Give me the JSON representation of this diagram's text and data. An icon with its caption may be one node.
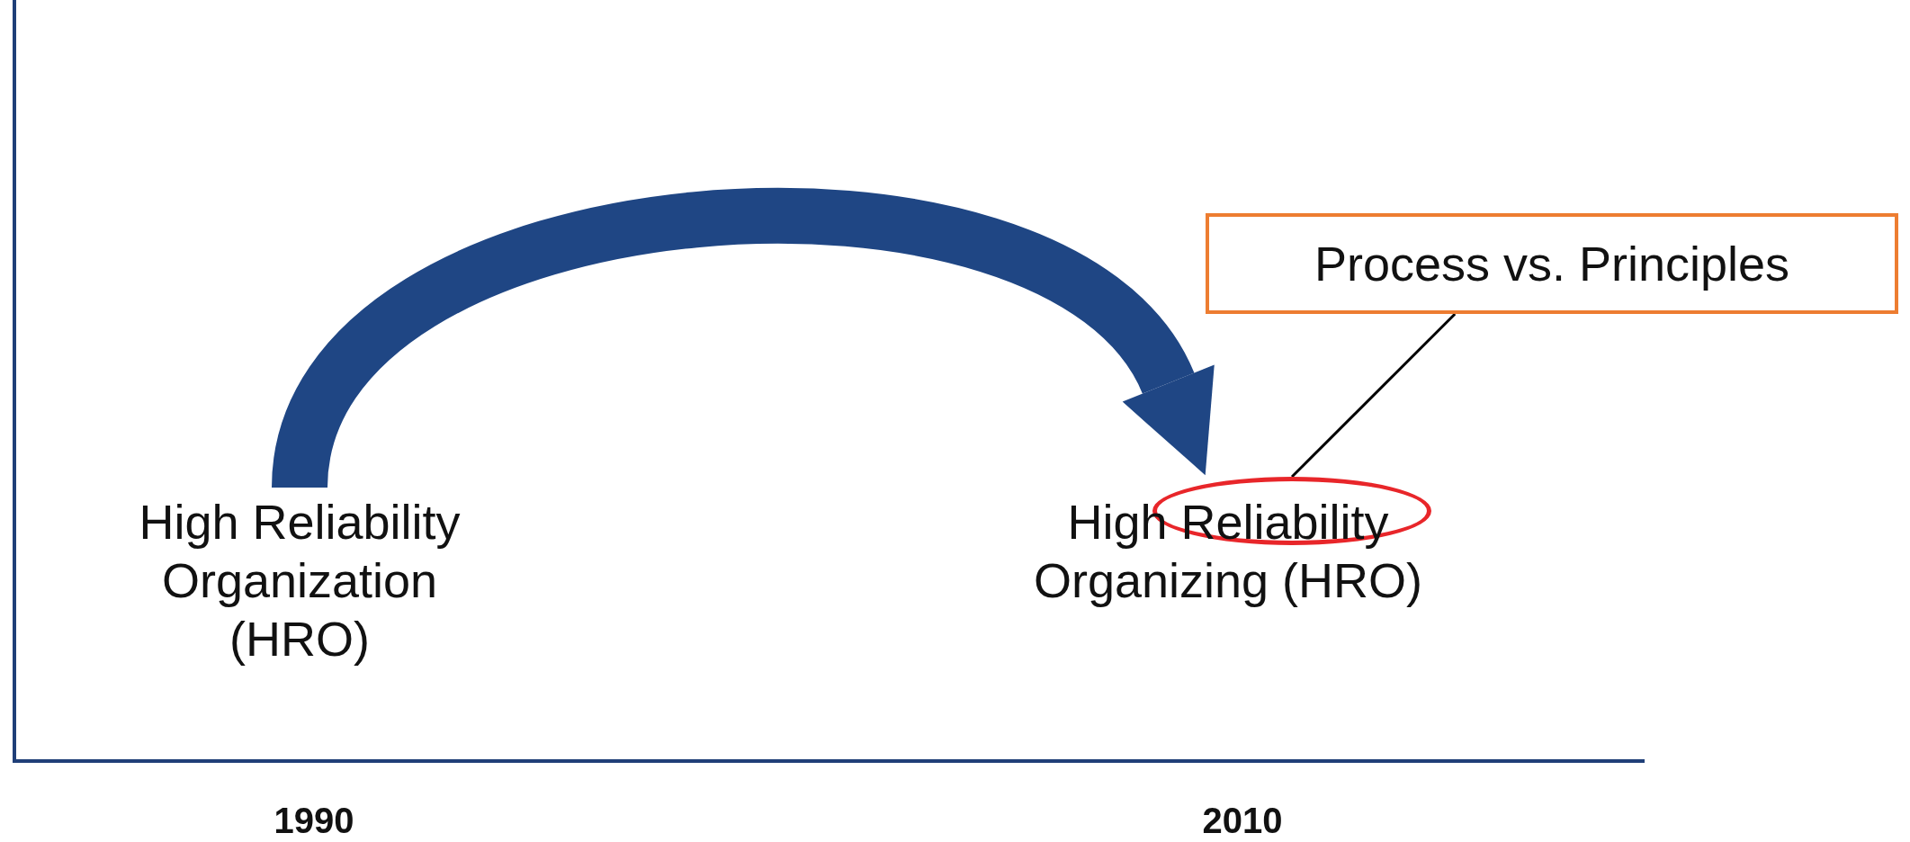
{
  "diagram": {
    "nodes": [
      {
        "text": [
          "High Reliability Organization (HRO)"
        ]
      },
      {
        "text": [
          "High Reliability Organizing (HRO)"
        ]
      },
      {
        "text": [
          "Process vs. Principles"
        ]
      },
      {
        "text": [],
        "shape": "circle",
        "in": 1
      }
    ],
    "edges": [
      {
        "from": 0,
        "to": 1,
        "arrow": "to",
        "style": "thick"
      },
      {
        "from": 2,
        "to": 3,
        "arrow": "none",
        "color": "#000000"
      }
    ],
    "labels": [
      "1990",
      "2010"
    ]
  }
}
